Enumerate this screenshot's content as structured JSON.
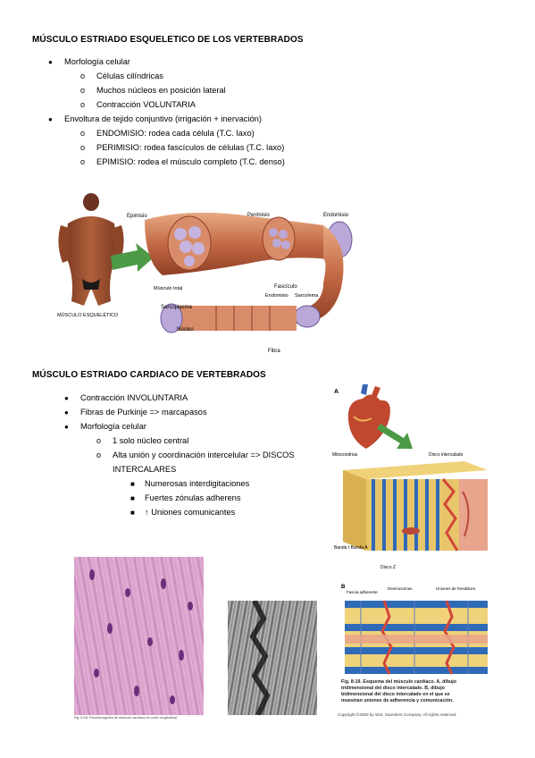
{
  "section1": {
    "heading": "MÚSCULO ESTRIADO ESQUELETICO DE LOS VERTEBRADOS",
    "morfologia": {
      "label": "Morfología celular",
      "items": [
        "Células cilíndricas",
        "Muchos núcleos en posición lateral",
        "Contracción VOLUNTARIA"
      ]
    },
    "envoltura": {
      "label": "Envoltura de tejido conjuntivo (irrigación + inervación)",
      "items": [
        "ENDOMISIO: rodea cada célula (T.C. laxo)",
        "PERIMISIO: rodea fascículos de células (T.C. laxo)",
        "EPIMISIO: rodea el músculo completo (T.C. denso)"
      ]
    }
  },
  "figure1": {
    "labels": {
      "epimisio": "Epimisio",
      "perimisio": "Perimisio",
      "endomisio": "Endomisio",
      "musculo_total": "Músculo total",
      "fasciculo": "Fascículo",
      "endomisio2": "Endomisio",
      "sarcolema": "Sarcolema",
      "sarcoplasma": "Sarcoplasma",
      "nucleo": "Núcleo",
      "fibra": "Fibra",
      "musculo_esqueletico": "MÚSCULO ESQUELÉTICO"
    }
  },
  "section2": {
    "heading": "MÚSCULO ESTRIADO CARDIACO  DE VERTEBRADOS",
    "items": [
      "Contracción INVOLUNTARIA",
      "Fibras de Purkinje => marcapasos",
      "Morfología celular"
    ],
    "sub": [
      "1 solo núcleo central",
      "Alta unión y coordinación intercelular => DISCOS",
      "INTERCALARES"
    ],
    "subsub": [
      "Numerosas interdigitaciones",
      "Fuertes zónulas adherens",
      "↑ Uniones comunicantes"
    ]
  },
  "figure2": {
    "labels": {
      "a": "A",
      "mitocondrias": "Mitocondrias",
      "disco": "Disco intercalado",
      "banda": "Banda I  Banda A",
      "discoz": "Disco Z"
    }
  },
  "figure3": {
    "labels": {
      "b": "B",
      "fascia": "Fascia adherente",
      "desmosomas": "Desmosomas",
      "uniones": "Uniones de hendidura"
    },
    "caption_lines": [
      "Fig. 8-19. Esquema del músculo cardíaco. A, dibujo",
      "tridimensional del disco intercalado. B, dibujo",
      "bidimensional del disco intercalado en el que se",
      "muestran uniones de adherencia y comunicación."
    ],
    "copyright": "Copyright ©2000 by W.B. Saunders Company. All rights reserved."
  },
  "micro1": {
    "caption": "Fig. 8-18. Fotomicrografía de músculo cardíaco en corte longitudinal."
  },
  "colors": {
    "muscle": "#c46a45",
    "muscle_light": "#e2a27a",
    "fascicle": "#b9a8d8",
    "arrow": "#4c9a45",
    "he_pink": "#d79ac7",
    "fiber_yellow": "#f0d27a",
    "fiber_blue": "#2f6ab7",
    "disc_red": "#d2463a"
  }
}
